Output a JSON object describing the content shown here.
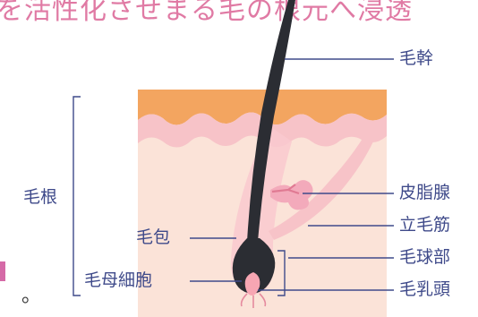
{
  "headline": "を活性化させまる毛の根元へ浸透",
  "labels": {
    "shaft": "毛幹",
    "sebaceous_gland": "皮脂腺",
    "arrector_pili": "立毛筋",
    "bulb": "毛球部",
    "papilla": "毛乳頭",
    "follicle": "毛包",
    "matrix_cells": "毛母細胞",
    "root": "毛根"
  },
  "trailing_text": "。",
  "colors": {
    "line": "#3f4a8a",
    "label": "#3f4a8a",
    "epidermis": "#f3a560",
    "dermis": "#fbe3d8",
    "pink_layer": "#f7c3c8",
    "hair": "#2b2d33",
    "gland": "#e07a93",
    "headline": "#e07aa4"
  }
}
